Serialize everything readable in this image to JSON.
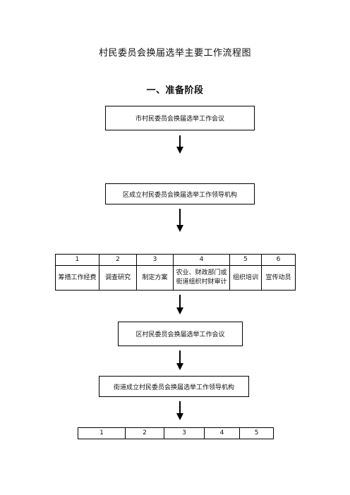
{
  "page_title": "村民委员会换届选举主要工作流程图",
  "stage_heading": "一、准备阶段",
  "box1": "市村民委员会换届选举工作会议",
  "box2": "区成立村民委员会换届选举工作领导机构",
  "table1": {
    "numbers": [
      "1",
      "2",
      "3",
      "4",
      "5",
      "6"
    ],
    "labels": [
      "筹措工作经费",
      "调查研究",
      "制定方案",
      "农业、财政部门或",
      "组织培训",
      "宣传动员"
    ],
    "label4_line2": "街道组织村财审计"
  },
  "box3": "区村民委员会换届选举工作会议",
  "box4": "街道成立村民委员会换届选举工作领导机构",
  "table2": {
    "numbers": [
      "1",
      "2",
      "3",
      "4",
      "5"
    ]
  }
}
